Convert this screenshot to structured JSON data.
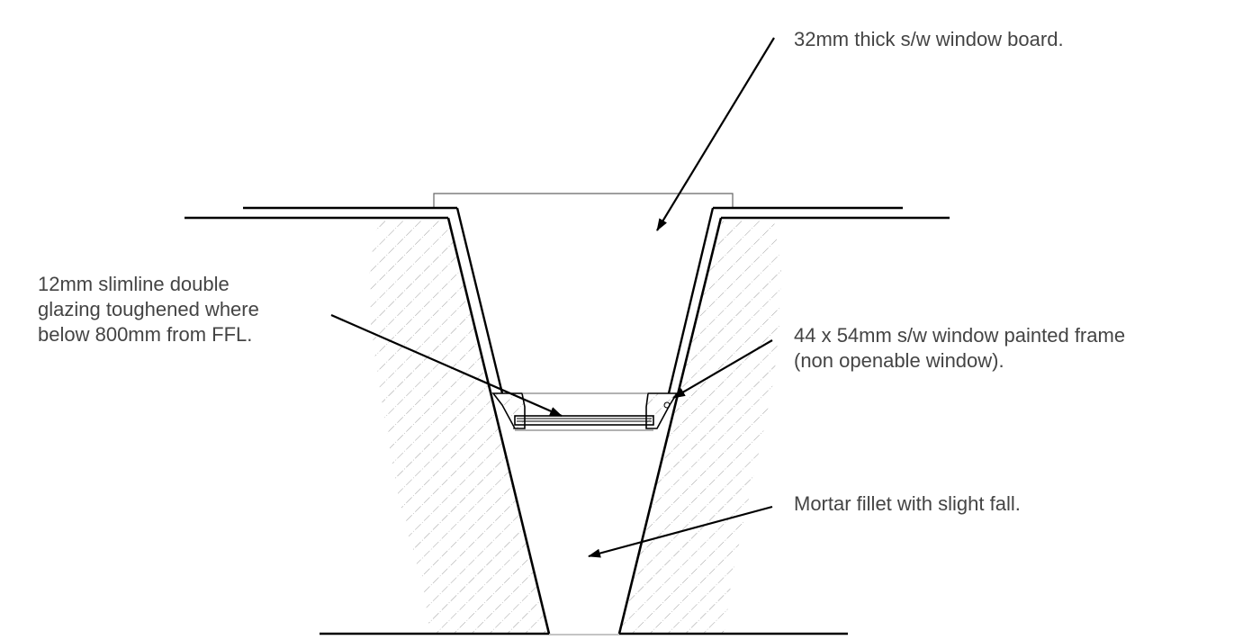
{
  "annotations": {
    "window_board": [
      "32mm  thick s/w window board."
    ],
    "glazing": [
      "12mm slimline double",
      "glazing toughened where",
      "below 800mm from FFL."
    ],
    "frame": [
      "44 x 54mm s/w window painted frame",
      "(non openable window)."
    ],
    "mortar": [
      "Mortar fillet with slight fall."
    ]
  },
  "colors": {
    "ink": "#000000",
    "text": "#444444",
    "thin_line": "#666666",
    "hatch": "#8a8a8a"
  }
}
